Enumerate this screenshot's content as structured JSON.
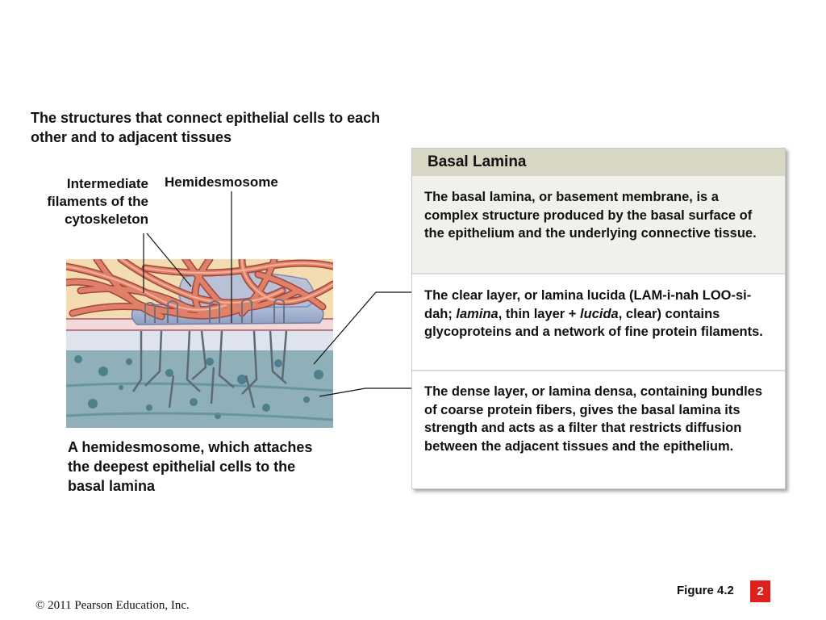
{
  "heading": "The structures that connect epithelial cells to each other and to adjacent tissues",
  "labels": {
    "intermediate_filaments": "Intermediate filaments of the cytoskeleton",
    "hemidesmosome": "Hemidesmosome"
  },
  "caption": "A hemidesmosome, which attaches the deepest epithelial cells to the basal lamina",
  "panel": {
    "title": "Basal Lamina",
    "section1": "The basal lamina, or basement membrane, is a complex structure produced by the basal surface of the epithelium and the underlying connective tissue.",
    "section2": {
      "part1": "The clear layer, or lamina lucida (LAM-i-nah LOO-si-dah; ",
      "term1": "lamina",
      "part2": ", thin layer + ",
      "term2": "lucida",
      "part3": ", clear) contains glycoproteins and a network of fine protein filaments."
    },
    "section3": "The dense layer, or lamina densa, containing bundles of coarse protein fibers, gives the basal lamina its strength and acts as a filter that restricts diffusion between the adjacent tissues and the epithelium."
  },
  "figure": {
    "label": "Figure 4.2",
    "step": "2"
  },
  "copyright": "© 2011 Pearson Education, Inc.",
  "colors": {
    "panel_header": "#d7d7c4",
    "step_badge": "#e0201c",
    "filament": "#d6705c",
    "hemidesmosome_plaque": "#aab8d4",
    "lamina_densa": "#8fb0b8"
  }
}
